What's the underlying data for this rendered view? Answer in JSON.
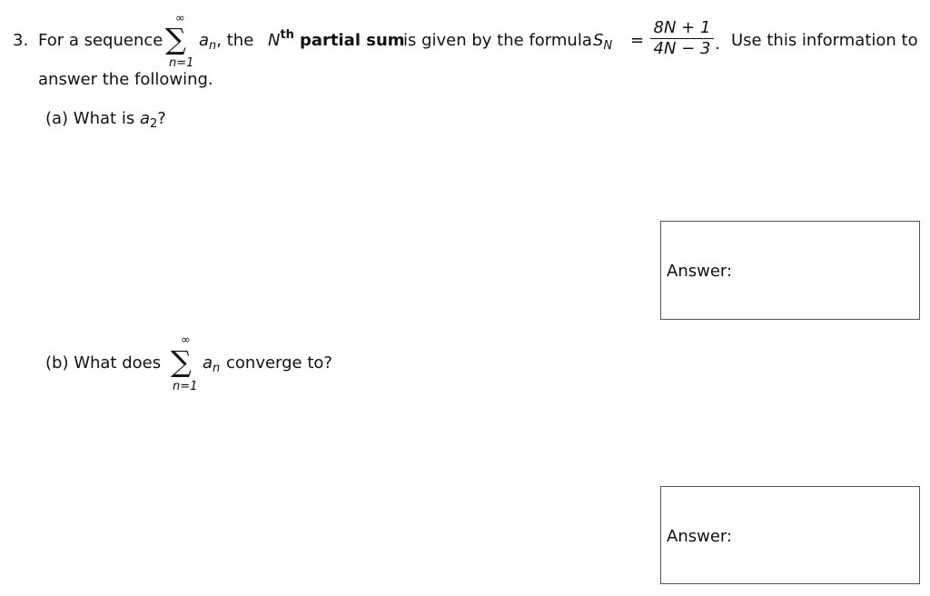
{
  "problem": {
    "number": "3.",
    "intro_text": "For a sequence",
    "sigma_symbol": "∑",
    "upper_limit": "∞",
    "lower_limit": "n=1",
    "term": "a",
    "term_sub": "n",
    "comma_the": ", the",
    "nth_base": "N",
    "nth_sup": "th",
    "partial_sum_bold": "partial sum",
    "formula_intro": "is given by the formula",
    "s_symbol": "S",
    "s_sub": "N",
    "equals": "=",
    "frac_num": "8N + 1",
    "frac_den": "4N − 3",
    "period": ".",
    "tail_text": "Use this information to",
    "line2_text": "answer the following."
  },
  "part_a": {
    "label": "(a) What is",
    "term": "a",
    "term_sub": "2",
    "question_mark": "?",
    "answer_label": "Answer:"
  },
  "part_b": {
    "label": "(b) What does",
    "sigma_symbol": "∑",
    "upper_limit": "∞",
    "lower_limit": "n=1",
    "term": "a",
    "term_sub": "n",
    "tail_text": "converge to?",
    "answer_label": "Answer:"
  }
}
